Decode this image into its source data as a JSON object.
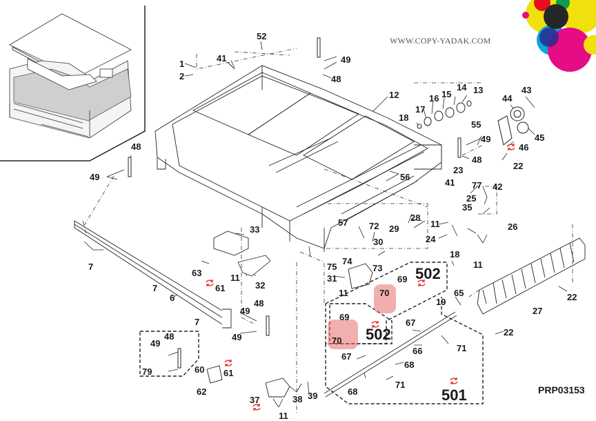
{
  "watermark": "WWW.COPY-YADAK.COM",
  "diagram_code": "PRP03153",
  "logo": {
    "name": "cmyk-circles-logo",
    "colors": [
      "#00a0e0",
      "#e4007f",
      "#f0e000",
      "#000000",
      "#009944",
      "#e60012",
      "#1d2088"
    ]
  },
  "accent_colors": {
    "highlight": "#e57373",
    "rotation_marker": "#e53935"
  },
  "parts": {
    "p1": "1",
    "p2": "2",
    "p41a": "41",
    "p52": "52",
    "p49a": "49",
    "p48a": "48",
    "p12": "12",
    "p13": "13",
    "p14": "14",
    "p15": "15",
    "p16": "16",
    "p17": "17",
    "p18a": "18",
    "p43": "43",
    "p44": "44",
    "p45": "45",
    "p46": "46",
    "p55": "55",
    "p49b": "49",
    "p48b": "48",
    "p22a": "22",
    "p48c": "48",
    "p49c": "49",
    "p56": "56",
    "p23": "23",
    "p41b": "41",
    "p77": "77",
    "p42": "42",
    "p25": "25",
    "p35": "35",
    "p26": "26",
    "p57": "57",
    "p72": "72",
    "p28": "28",
    "p29": "29",
    "p11a": "11",
    "p24": "24",
    "p30": "30",
    "p33": "33",
    "p63": "63",
    "p11b": "11",
    "p32": "32",
    "p7a": "7",
    "p7b": "7",
    "p61a": "61",
    "p6": "6",
    "p7c": "7",
    "p48d": "48",
    "p49d": "49",
    "p49e": "49",
    "p75": "75",
    "p74": "74",
    "p73": "73",
    "p31": "31",
    "p11c": "11",
    "p18b": "18",
    "p11d": "11",
    "p502a": "502",
    "p69a": "69",
    "p70a": "70",
    "p19": "19",
    "p65": "65",
    "p27": "27",
    "p22b": "22",
    "p22c": "22",
    "p69b": "69",
    "p70b": "70",
    "p502b": "502",
    "p67a": "67",
    "p66": "66",
    "p71a": "71",
    "p67b": "67",
    "p68a": "68",
    "p71b": "71",
    "p68b": "68",
    "p501": "501",
    "p48e": "48",
    "p49f": "49",
    "p79": "79",
    "p60": "60",
    "p61b": "61",
    "p62": "62",
    "p37": "37",
    "p38": "38",
    "p39": "39",
    "p11e": "11"
  }
}
